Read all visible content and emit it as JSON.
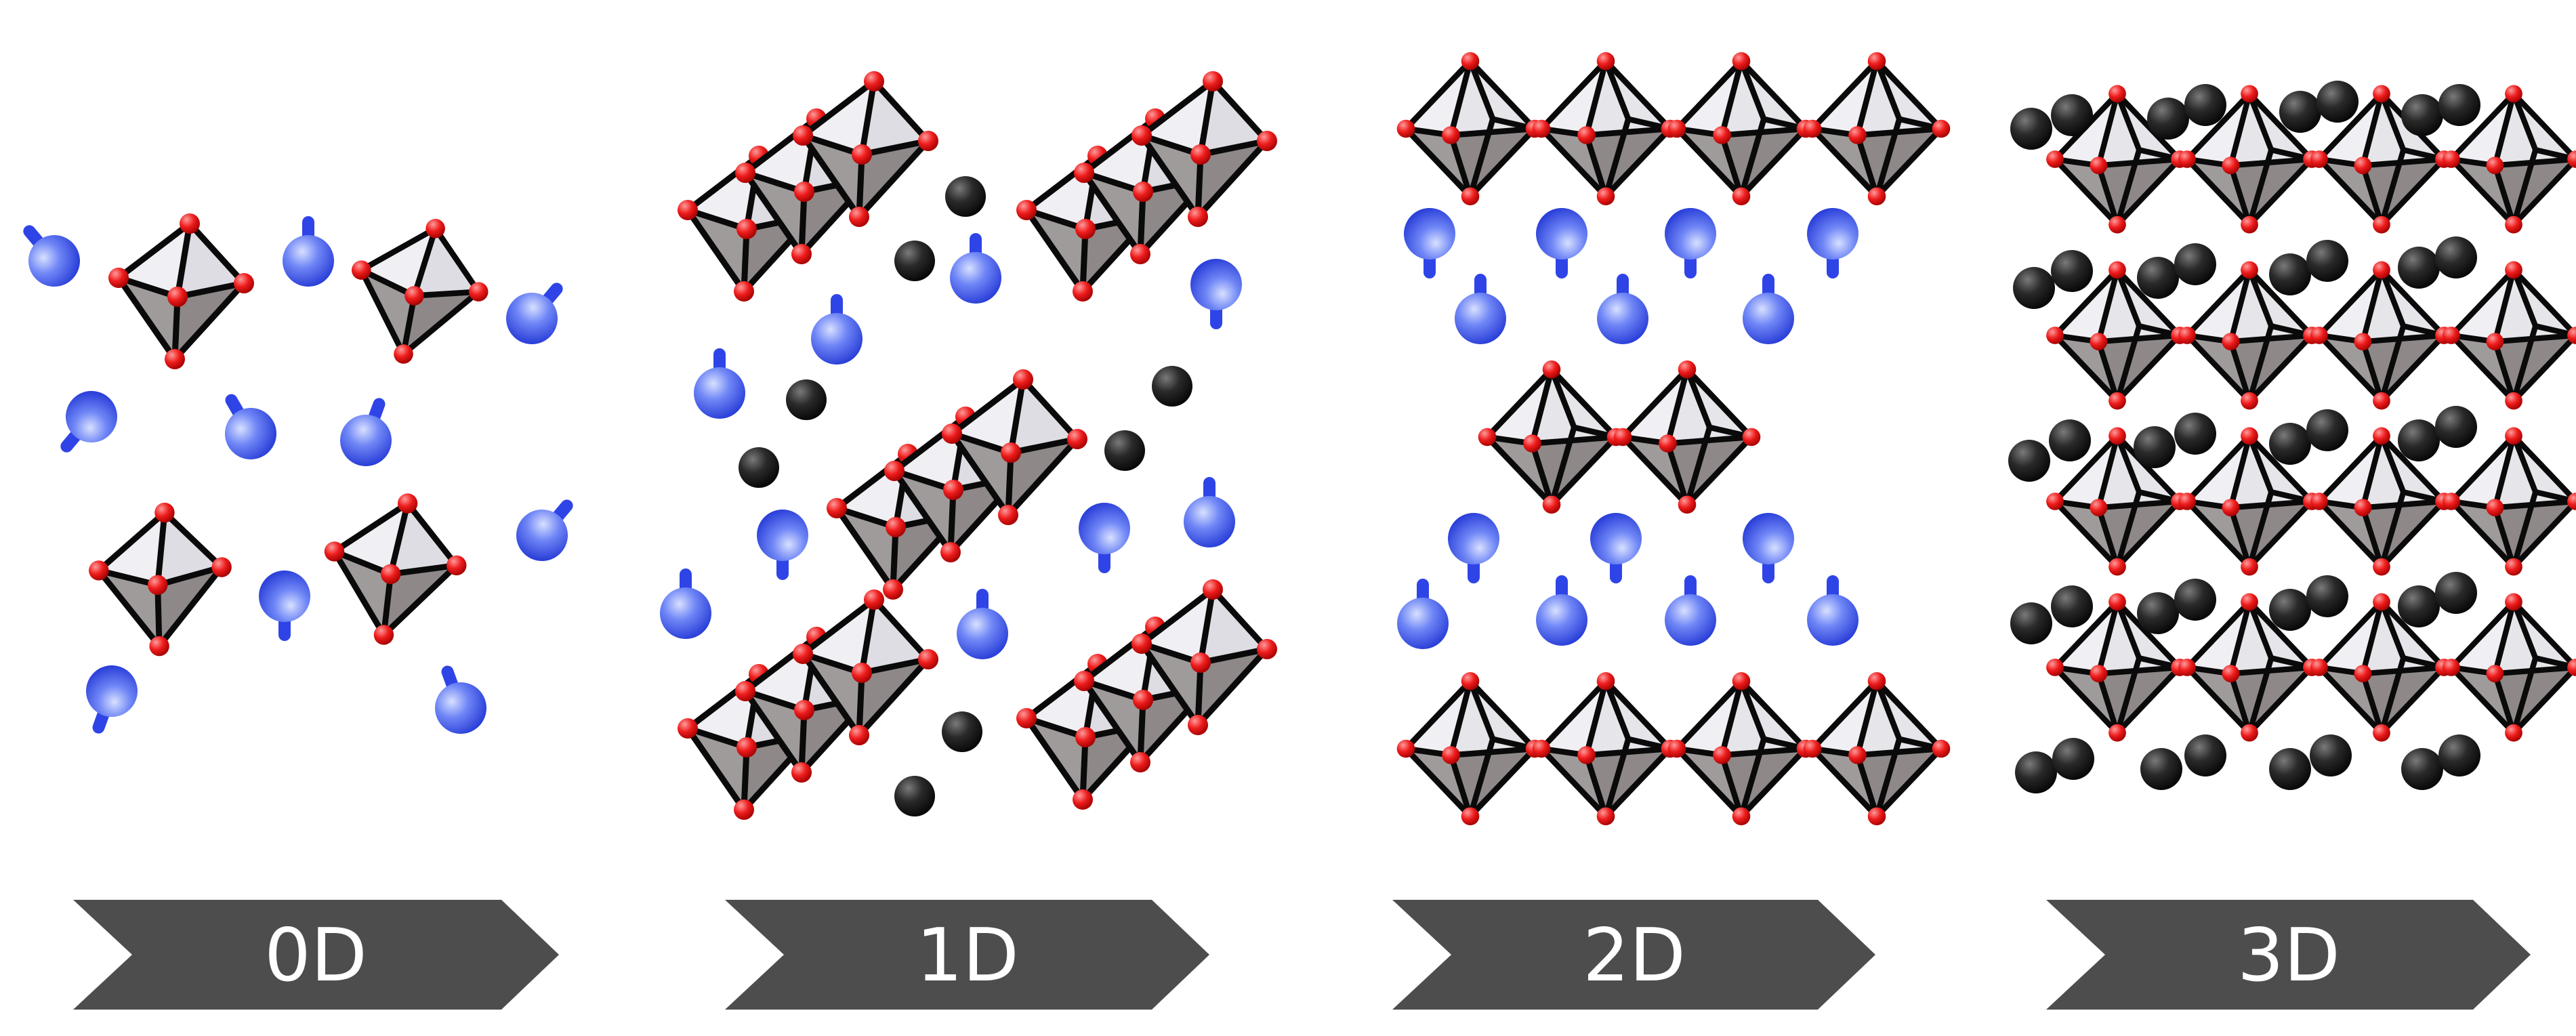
{
  "panels": [
    {
      "key": "0d",
      "label": "0D"
    },
    {
      "key": "1d",
      "label": "1D"
    },
    {
      "key": "2d",
      "label": "2D"
    },
    {
      "key": "3d",
      "label": "3D"
    }
  ],
  "colors": {
    "oxygen": "#ee1c1c",
    "bond": "#0a0a0a",
    "face_light": "#f0eff3",
    "face_dark": "#a09b9b",
    "organic_cation": "#3a57f0",
    "inorganic_cation": "#1c1c1c",
    "chevron": "#4d4d4d",
    "chevron_text": "#ffffff"
  },
  "icons": {
    "octahedron": "octahedron-icon",
    "organic_cation": "organic-cation-icon",
    "inorganic_cation": "inorganic-cation-icon"
  }
}
